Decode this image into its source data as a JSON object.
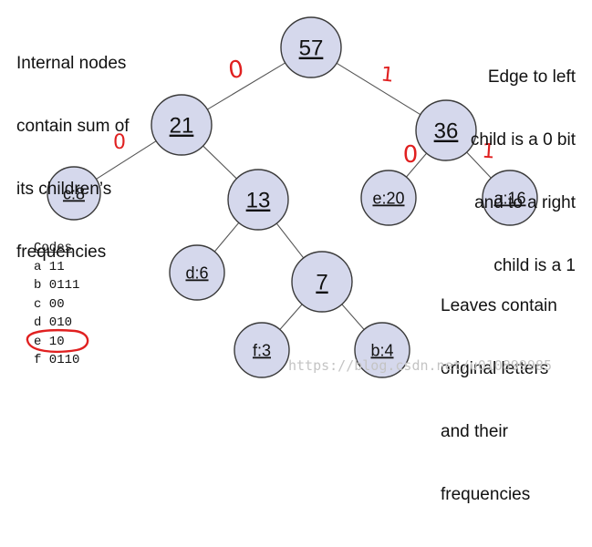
{
  "notes": {
    "internal": [
      "Internal nodes",
      "contain sum of",
      "its children’s",
      "frequencies"
    ],
    "edges": [
      "Edge to left",
      "child is a 0 bit",
      "and to a right",
      "child is a 1"
    ],
    "leaves": [
      "Leaves contain",
      "original letters",
      "and their",
      "frequencies"
    ]
  },
  "tree": {
    "nodes": [
      {
        "id": "n57",
        "label": "57"
      },
      {
        "id": "n21",
        "label": "21"
      },
      {
        "id": "n36",
        "label": "36"
      },
      {
        "id": "nc",
        "label": "c:8"
      },
      {
        "id": "n13",
        "label": "13"
      },
      {
        "id": "ne",
        "label": "e:20"
      },
      {
        "id": "na",
        "label": "a:16"
      },
      {
        "id": "nd",
        "label": "d:6"
      },
      {
        "id": "n7",
        "label": "7"
      },
      {
        "id": "nf",
        "label": "f:3"
      },
      {
        "id": "nb",
        "label": "b:4"
      }
    ],
    "edges": [
      [
        "n57",
        "n21"
      ],
      [
        "n57",
        "n36"
      ],
      [
        "n21",
        "nc"
      ],
      [
        "n21",
        "n13"
      ],
      [
        "n36",
        "ne"
      ],
      [
        "n36",
        "na"
      ],
      [
        "n13",
        "nd"
      ],
      [
        "n13",
        "n7"
      ],
      [
        "n7",
        "nf"
      ],
      [
        "n7",
        "nb"
      ]
    ],
    "handwritten_bits": [
      "0",
      "1",
      "0",
      "0",
      "1"
    ]
  },
  "codes": {
    "title": "Codes",
    "rows": [
      "a 11",
      "b 0111",
      "c 00",
      "d 010",
      "e 10",
      "f 0110"
    ],
    "circled_row": "e 10"
  },
  "watermark": "https://blog.csdn.net/u010899985",
  "colors": {
    "node_fill": "#d5d8ec",
    "handwriting": "#e02020"
  }
}
